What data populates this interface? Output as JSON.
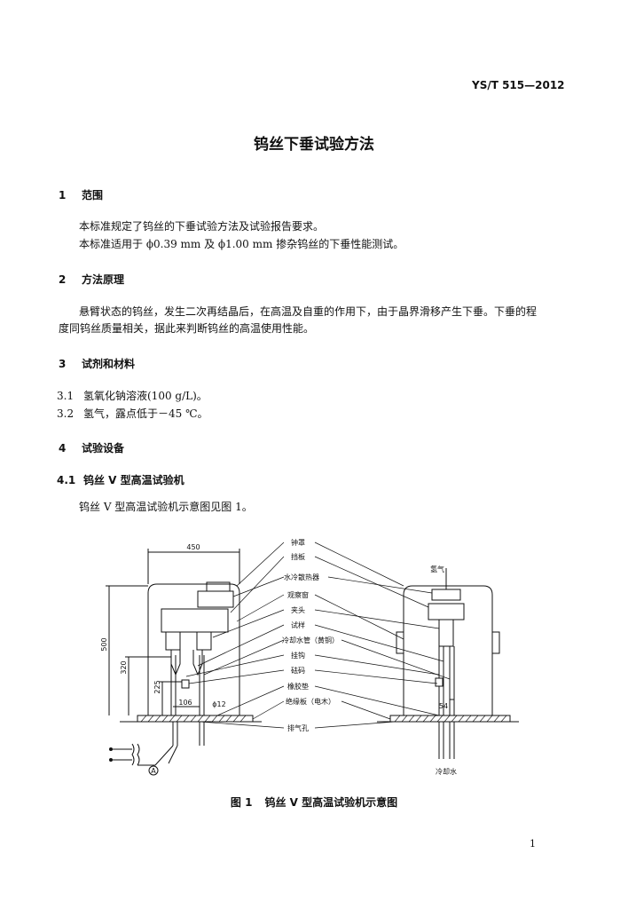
{
  "header": {
    "standard_no": "YS/T 515—2012"
  },
  "title": "钨丝下垂试验方法",
  "sections": [
    {
      "num": "1",
      "title": "范围"
    },
    {
      "num": "2",
      "title": "方法原理"
    },
    {
      "num": "3",
      "title": "试剂和材料"
    },
    {
      "num": "4",
      "title": "试验设备"
    }
  ],
  "scope": {
    "p1": "本标准规定了钨丝的下垂试验方法及试验报告要求。",
    "p2": "本标准适用于 ϕ0.39 mm 及 ϕ1.00 mm 掺杂钨丝的下垂性能测试。"
  },
  "principle": {
    "line1": "悬臂状态的钨丝，发生二次再结晶后，在高温及自重的作用下，由于晶界滑移产生下垂。下垂的程",
    "line2": "度同钨丝质量相关，据此来判断钨丝的高温使用性能。"
  },
  "reagents": [
    {
      "num": "3.1",
      "text": "氢氧化钠溶液(100 g/L)。"
    },
    {
      "num": "3.2",
      "text": "氢气，露点低于－45 ℃。"
    }
  ],
  "equipment": {
    "sub_num": "4.1",
    "sub_title": "钨丝 V 型高温试验机",
    "desc": "钨丝 V 型高温试验机示意图见图 1。"
  },
  "figure": {
    "labels": [
      "钟罩",
      "挡板",
      "水冷散热器",
      "观察窗",
      "夹头",
      "试样",
      "冷却水管（黄铜）",
      "挂钩",
      "砝码",
      "橡胶垫",
      "绝缘板（电木）",
      "排气孔"
    ],
    "hydrogen": "氢气",
    "cooling_water": "冷却水",
    "dims": {
      "d450": "450",
      "d500": "500",
      "d320": "320",
      "d225": "225",
      "d106": "106",
      "d12": "ϕ12",
      "d54": "54"
    },
    "meter": "A",
    "caption_num": "图 1",
    "caption_text": "钨丝 V 型高温试验机示意图"
  },
  "page_number": "1"
}
